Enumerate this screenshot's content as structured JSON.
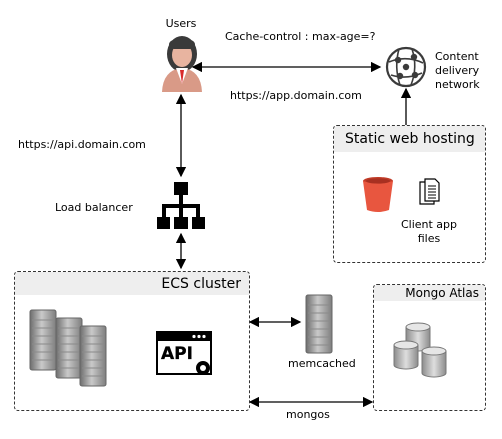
{
  "users": {
    "label": "Users"
  },
  "cache_control": {
    "label": "Cache-control : max-age=?"
  },
  "cdn": {
    "label_lines": [
      "Content",
      "delivery",
      "network"
    ]
  },
  "app_url": {
    "label": "https://app.domain.com"
  },
  "api_url": {
    "label": "https://api.domain.com"
  },
  "load_balancer": {
    "label": "Load balancer"
  },
  "static_hosting": {
    "title": "Static web hosting",
    "files_label_lines": [
      "Client app",
      "files"
    ]
  },
  "ecs_cluster": {
    "title": "ECS cluster",
    "api_badge": "API"
  },
  "memcached": {
    "label": "memcached"
  },
  "mongo_atlas": {
    "title": "Mongo Atlas"
  },
  "mongos": {
    "label": "mongos"
  },
  "colors": {
    "bucket": "#e8563f",
    "box_header": "#eeeeee",
    "server": "#9a9a9a",
    "user_tie": "#d92b2b"
  }
}
